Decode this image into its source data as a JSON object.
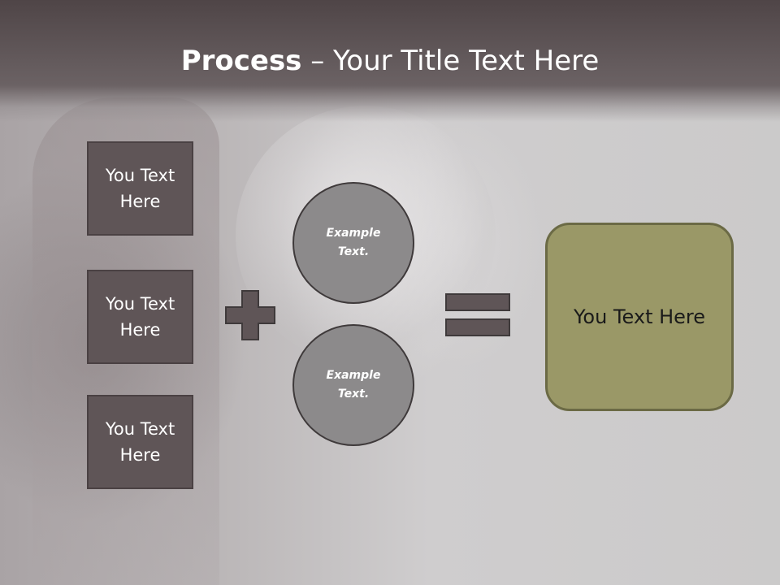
{
  "title": {
    "bold": "Process",
    "rest": " – Your Title Text Here"
  },
  "inputs": [
    {
      "label": "You Text Here"
    },
    {
      "label": "You Text Here"
    },
    {
      "label": "You Text Here"
    }
  ],
  "operator_plus": "plus-icon",
  "circles": [
    {
      "label": "Example Text."
    },
    {
      "label": "Example Text."
    }
  ],
  "operator_equals": "equals-icon",
  "result": {
    "label": "You Text Here"
  },
  "colors": {
    "header": "#5c5254",
    "box_fill": "#5f5557",
    "circle_fill": "#8c8a8b",
    "result_fill": "#9a9867"
  }
}
